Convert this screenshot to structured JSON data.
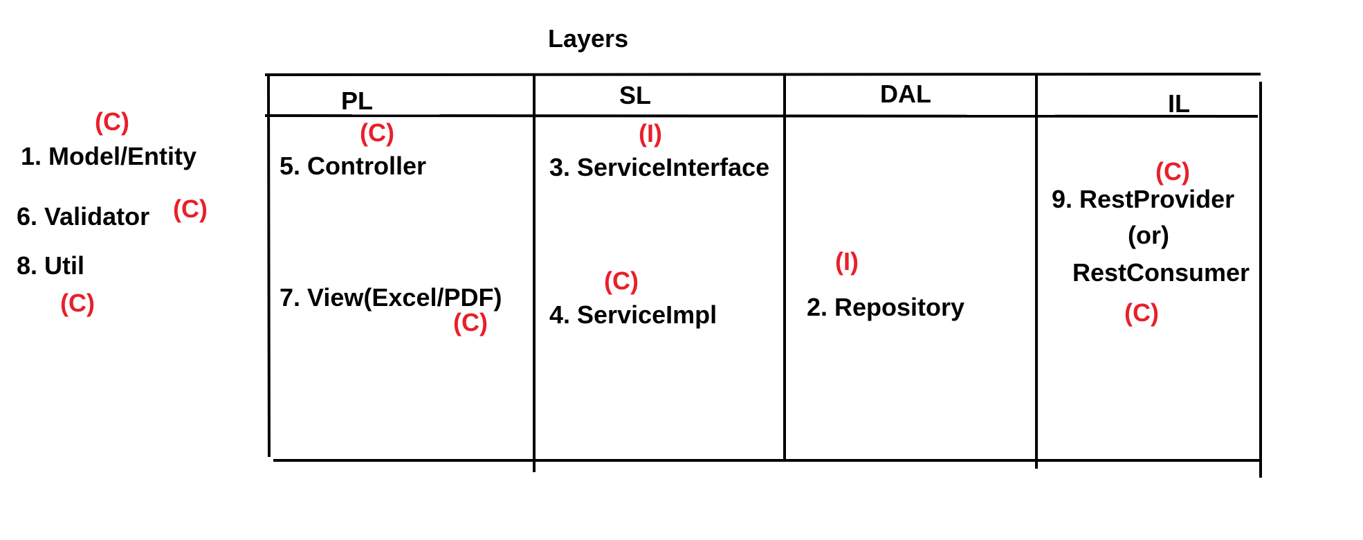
{
  "title": "Layers",
  "columns": [
    {
      "header": "PL"
    },
    {
      "header": "SL"
    },
    {
      "header": "DAL"
    },
    {
      "header": "IL"
    }
  ],
  "outside_items": {
    "model_entity": "1. Model/Entity",
    "validator": "6. Validator",
    "util": "8. Util"
  },
  "pl_items": {
    "controller": "5. Controller",
    "view": "7. View(Excel/PDF)"
  },
  "sl_items": {
    "service_interface": "3. ServiceInterface",
    "service_impl": "4. ServiceImpl"
  },
  "dal_items": {
    "repository": "2. Repository"
  },
  "il_items": {
    "rest_provider": "9. RestProvider",
    "or": "(or)",
    "rest_consumer": "RestConsumer"
  },
  "tags": {
    "class": "(C)",
    "interface": "(I)"
  },
  "colors": {
    "line": "#000000",
    "text": "#000000",
    "tag": "#e8202a"
  }
}
